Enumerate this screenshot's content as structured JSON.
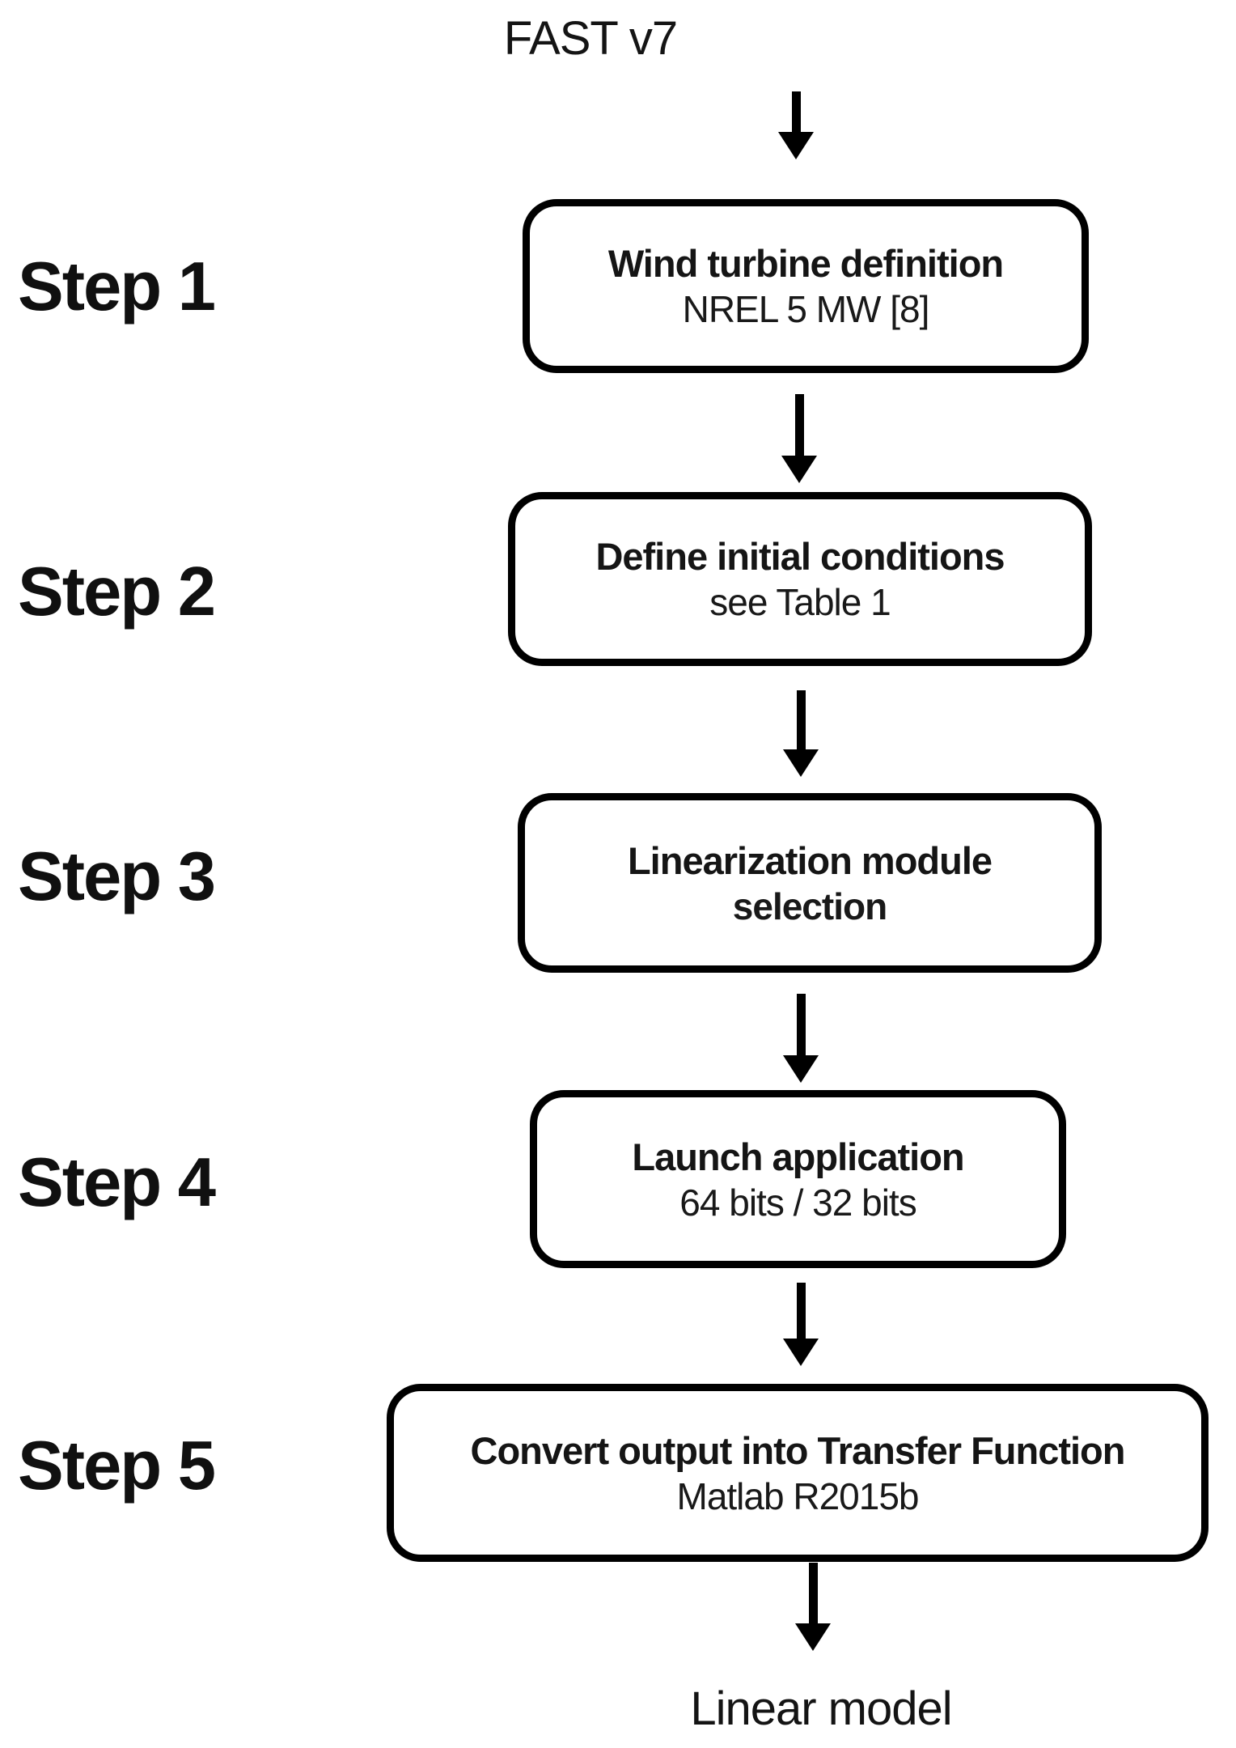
{
  "title": "FAST v7",
  "footer": "Linear model",
  "colors": {
    "ink": "#000000",
    "text": "#151515",
    "background": "#ffffff"
  },
  "icons": {
    "arrow": "arrow-down-icon"
  },
  "steps": [
    {
      "label": "Step 1",
      "line1": "Wind turbine definition",
      "line2": "NREL 5 MW [8]",
      "line2_weight": "regular"
    },
    {
      "label": "Step 2",
      "line1": "Define initial conditions",
      "line2": "see Table 1",
      "line2_weight": "regular"
    },
    {
      "label": "Step 3",
      "line1": "Linearization module",
      "line2": "selection",
      "line2_weight": "bold"
    },
    {
      "label": "Step 4",
      "line1": "Launch application",
      "line2": "64 bits / 32 bits",
      "line2_weight": "regular"
    },
    {
      "label": "Step 5",
      "line1": "Convert output into Transfer Function",
      "line2": "Matlab R2015b",
      "line2_weight": "regular"
    }
  ]
}
